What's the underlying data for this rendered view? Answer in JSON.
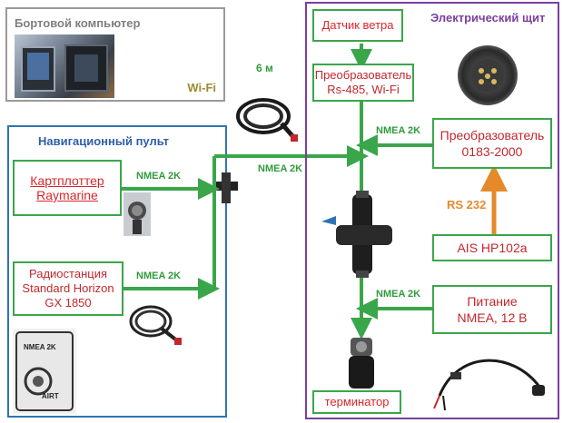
{
  "onboard_computer": {
    "title": "Бортовой компьютер",
    "wifi": "Wi-Fi"
  },
  "nav_console": {
    "title": "Навигационный пульт",
    "chartplotter": {
      "line1": "Картплоттер",
      "line2": "Raymarine"
    },
    "radio": {
      "line1": "Радиостанция",
      "line2": "Standard Horizon",
      "line3": "GX 1850"
    }
  },
  "cable_length": "6 м",
  "electric_panel": {
    "title": "Электрический щит",
    "wind_sensor": "Датчик ветра",
    "converter_rs485": {
      "line1": "Преобразователь",
      "line2": "Rs-485, Wi-Fi"
    },
    "converter_0183": {
      "line1": "Преобразователь",
      "line2": "0183-2000"
    },
    "ais": "AIS HP102a",
    "power": {
      "line1": "Питание",
      "line2": "NMEA, 12 В"
    },
    "terminator": "терминатор"
  },
  "links": {
    "nmea2k_chartplotter": "NMEA 2K",
    "nmea2k_radio": "NMEA 2K",
    "nmea2k_trunk": "NMEA 2K",
    "nmea2k_converter": "NMEA 2K",
    "nmea2k_power": "NMEA 2K",
    "rs232": "RS 232"
  },
  "photo_labels": {
    "radio_panel_text": "NMEA 2K",
    "radio_panel_port": "AIRT"
  },
  "colors": {
    "green": "#3aa64a",
    "orange": "#e58a2b",
    "blue": "#2e74b5",
    "purple": "#7a3fa0",
    "red_text": "#d9262c"
  }
}
